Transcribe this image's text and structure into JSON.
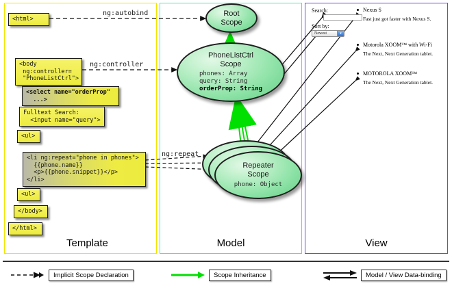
{
  "panels": {
    "template": {
      "title": "Template",
      "border_color": "#f2e600"
    },
    "model": {
      "title": "Model",
      "border_color": "#4ee6a8"
    },
    "view": {
      "title": "View",
      "border_color": "#6a48e0"
    }
  },
  "template_boxes": [
    {
      "id": "html-open",
      "text": "<html>"
    },
    {
      "id": "body-open",
      "text": "<body\n ng:controller=\n \"PhoneListCtrl\">"
    },
    {
      "id": "select-tag",
      "text": "<select name=\"orderProp\"\n  ...>"
    },
    {
      "id": "fulltext",
      "text": "Fulltext Search:\n  <input name=\"query\">"
    },
    {
      "id": "ul-open",
      "text": "<ul>"
    },
    {
      "id": "li-repeat",
      "text": "<li ng:repeat=\"phone in phones\">\n  {{phone.name}}\n  <p>{{phone.snippet}}</p>\n</li>"
    },
    {
      "id": "ul-close",
      "text": "<ul>"
    },
    {
      "id": "body-close",
      "text": "</body>"
    },
    {
      "id": "html-close",
      "text": "</html>"
    }
  ],
  "edge_labels": {
    "autobind": "ng:autobind",
    "controller": "ng:controller",
    "repeat": "ng:repeat"
  },
  "scopes": [
    {
      "id": "root-scope",
      "title": "Root\nScope",
      "props": []
    },
    {
      "id": "phonelist-scope",
      "title": "PhoneListCtrl\nScope",
      "props": [
        {
          "text": "phones: Array",
          "bold": false
        },
        {
          "text": "query: String",
          "bold": false
        },
        {
          "text": "orderProp: String",
          "bold": true
        }
      ]
    },
    {
      "id": "repeater-scope",
      "title": "Repeater\nScope",
      "props": [
        {
          "text": "phone: Object",
          "bold": false
        }
      ]
    }
  ],
  "view": {
    "search_label": "Search:",
    "search_value": "",
    "search_placeholder": "",
    "sort_label": "Sort by:",
    "sort_selected": "Newest",
    "sort_options": [
      "Newest"
    ],
    "phones": [
      {
        "name": "Nexus S",
        "snippet": "Fast just got faster with Nexus S."
      },
      {
        "name": "Motorola XOOM™ with Wi-Fi",
        "snippet": "The Next, Next Generation tablet."
      },
      {
        "name": "MOTOROLA XOOM™",
        "snippet": "The Next, Next Generation tablet."
      }
    ]
  },
  "legend": [
    {
      "id": "implicit-scope-declaration",
      "label": "Implicit Scope Declaration",
      "style": "dashed-arrow",
      "color": "#000000"
    },
    {
      "id": "scope-inheritance",
      "label": "Scope Inheritance",
      "style": "green-arrow",
      "color": "#00e000"
    },
    {
      "id": "model-view-data-binding",
      "label": "Model / View Data-binding",
      "style": "double-arrow",
      "color": "#000000"
    }
  ]
}
